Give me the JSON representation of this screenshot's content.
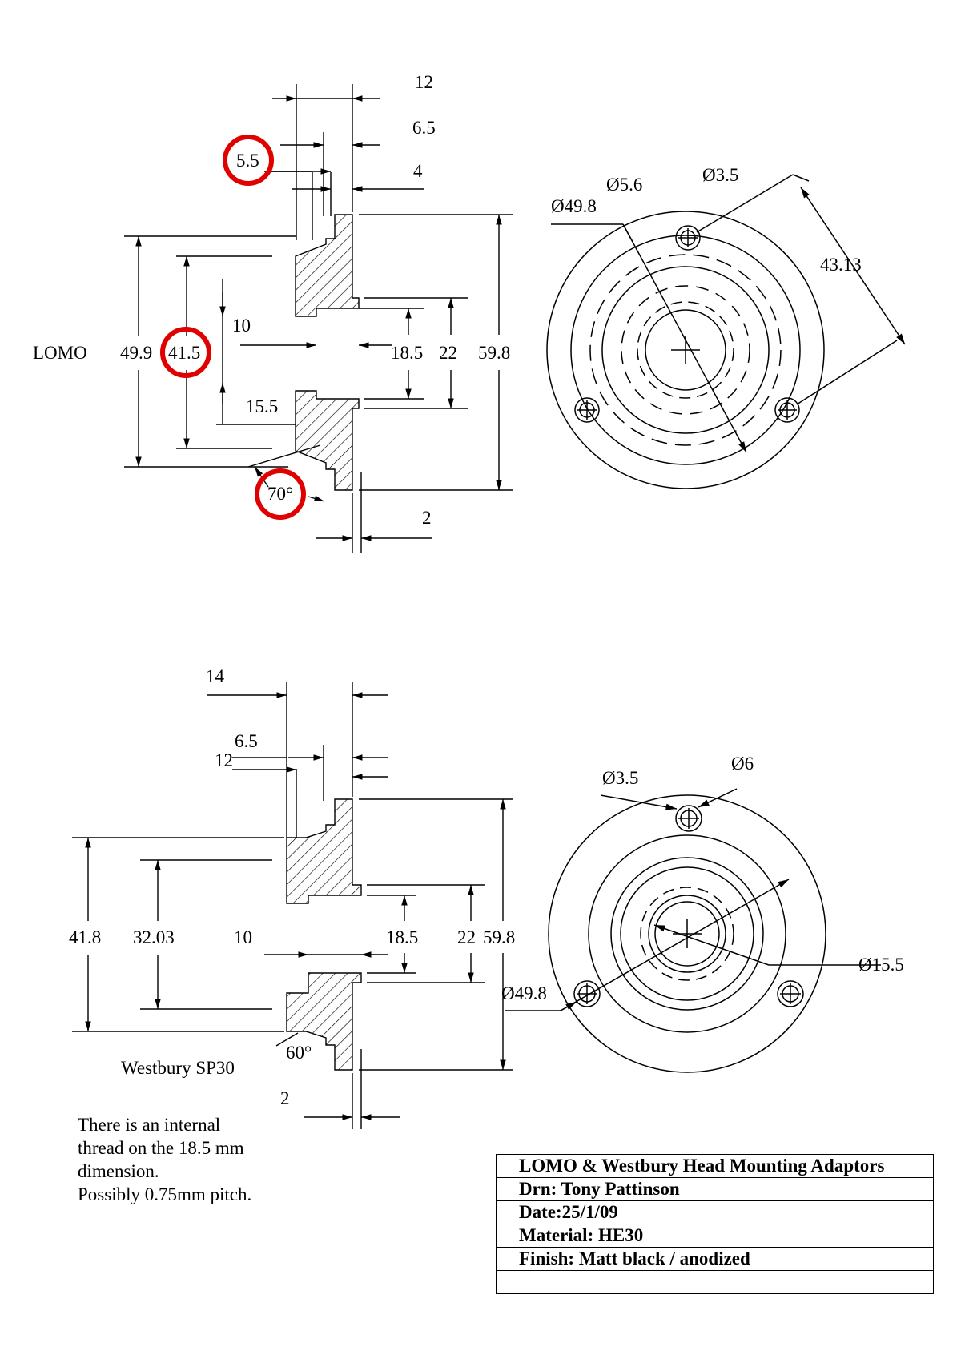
{
  "lomo": {
    "label": "LOMO",
    "dims": {
      "d12": "12",
      "d6_5": "6.5",
      "d5_5": "5.5",
      "d4": "4",
      "d10": "10",
      "d15_5": "15.5",
      "d49_9": "49.9",
      "d41_5": "41.5",
      "d18_5": "18.5",
      "d22": "22",
      "d59_8": "59.8",
      "d70": "70°",
      "d2": "2"
    },
    "plan": {
      "dia49_8": "Ø49.8",
      "dia5_6": "Ø5.6",
      "dia3_5": "Ø3.5",
      "d43_13": "43.13"
    }
  },
  "westbury": {
    "label": "Westbury SP30",
    "dims": {
      "d14": "14",
      "d6_5": "6.5",
      "d12": "12",
      "d41_8": "41.8",
      "d32_03": "32.03",
      "d10": "10",
      "d18_5": "18.5",
      "d22": "22",
      "d59_8": "59.8",
      "d60": "60°",
      "d2": "2"
    },
    "plan": {
      "dia3_5": "Ø3.5",
      "dia6": "Ø6",
      "dia15_5": "Ø15.5",
      "dia49_8": "Ø49.8"
    }
  },
  "note": {
    "line1": "There is an internal",
    "line2": "thread on the 18.5 mm",
    "line3": "dimension.",
    "line4": "Possibly 0.75mm pitch."
  },
  "title_block": {
    "title": "LOMO & Westbury Head Mounting Adaptors",
    "drawn": "Drn: Tony Pattinson",
    "date": "Date:25/1/09",
    "material": "Material: HE30",
    "finish": "Finish: Matt black / anodized",
    "blank": ""
  },
  "highlight_color": "#e00000"
}
